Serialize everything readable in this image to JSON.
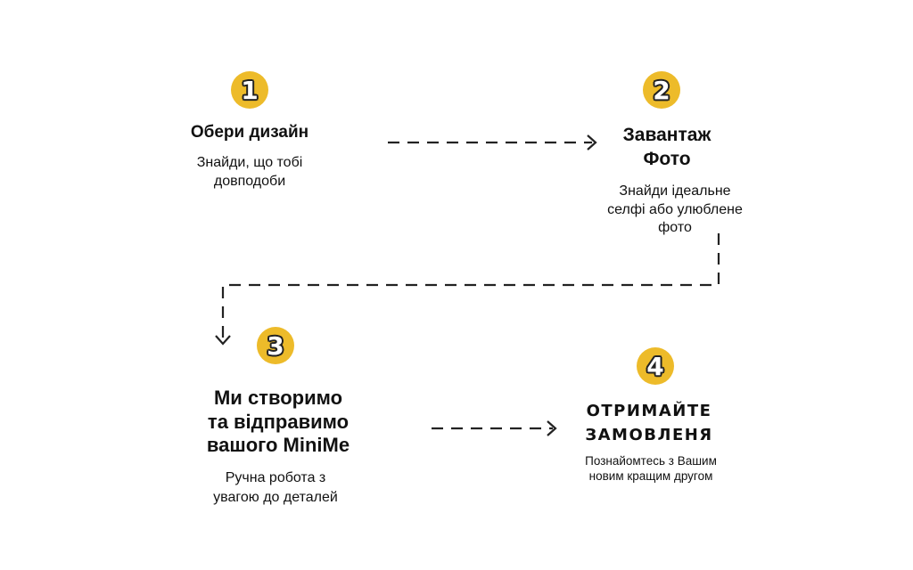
{
  "steps": [
    {
      "number": "1",
      "title_lines": [
        "Обери дизайн"
      ],
      "subtitle_lines": [
        "Знайди, що тобі",
        "довподоби"
      ]
    },
    {
      "number": "2",
      "title_lines": [
        "Завантаж",
        "Фото"
      ],
      "subtitle_lines": [
        "Знайди ідеальне",
        "селфі або улюблене",
        "фото"
      ]
    },
    {
      "number": "3",
      "title_lines": [
        "Ми створимо",
        "та відправимо",
        "вашого MiniMe"
      ],
      "subtitle_lines": [
        "Ручна робота з",
        "увагою до деталей"
      ]
    },
    {
      "number": "4",
      "title_lines": [
        "ОТРИМАЙТЕ",
        "ЗАМОВЛЕНЯ"
      ],
      "subtitle_lines": [
        "Познайомтесь з Вашим",
        "новим кращим другом"
      ]
    }
  ],
  "colors": {
    "badge": "#EDBB2A",
    "text": "#111111",
    "arrow": "#222222"
  }
}
